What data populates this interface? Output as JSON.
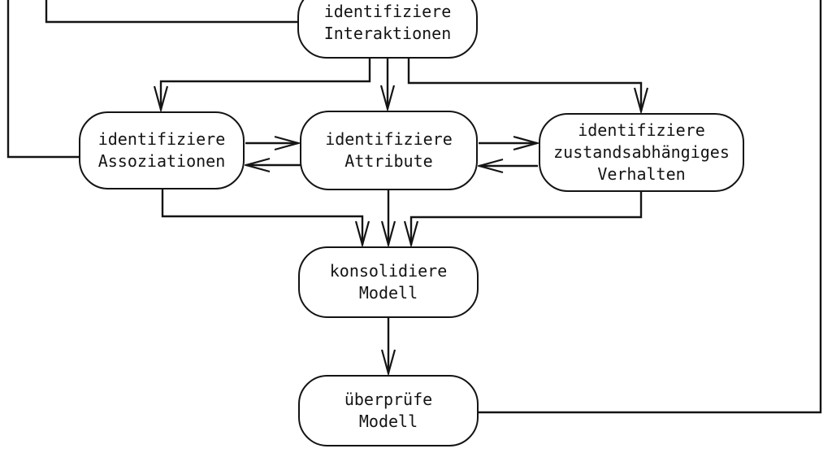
{
  "diagram": {
    "title": "OOA process flow diagram",
    "language": "de",
    "colors": {
      "line": "#141414",
      "background": "#ffffff"
    },
    "nodes": {
      "interaktionen": {
        "label": "identifiziere\nInteraktionen"
      },
      "assoziationen": {
        "label": "identifiziere\nAssoziationen"
      },
      "attribute": {
        "label": "identifiziere\nAttribute"
      },
      "zustand": {
        "label": "identifiziere\nzustandsabhängiges\nVerhalten"
      },
      "konsolidiere": {
        "label": "konsolidiere\nModell"
      },
      "ueberpruefe": {
        "label": "überprüfe\nModell"
      }
    }
  }
}
